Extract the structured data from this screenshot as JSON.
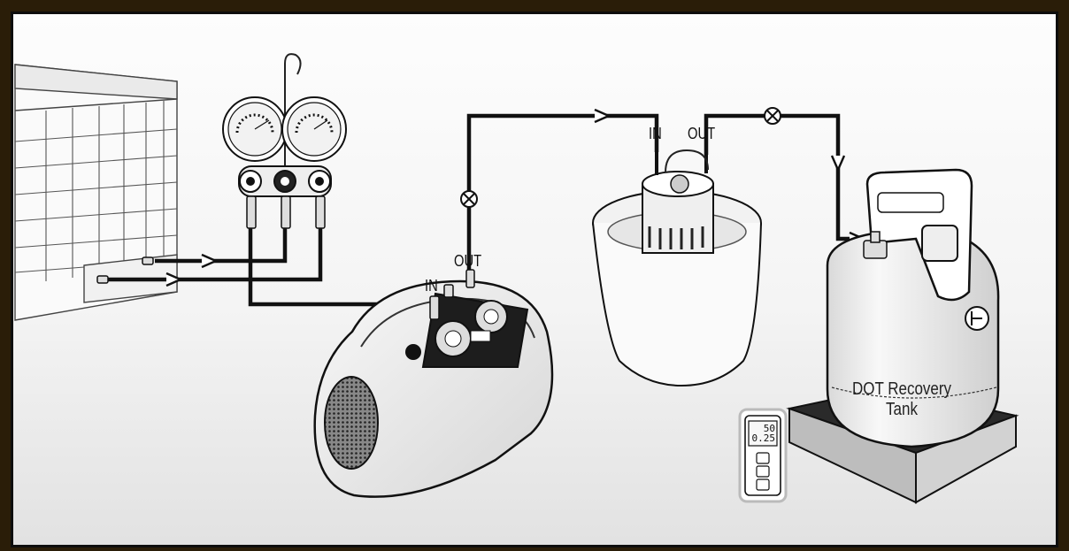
{
  "labels": {
    "pump_in": "IN",
    "pump_out": "OUT",
    "filter_in": "IN",
    "filter_out": "OUT",
    "tank_line1": "DOT Recovery",
    "tank_line2": "Tank"
  },
  "scale_display": {
    "line1": "50",
    "line2": "0.25"
  },
  "colors": {
    "line": "#111111",
    "frame": "#2a1d08",
    "background": "#f7f7f7"
  }
}
